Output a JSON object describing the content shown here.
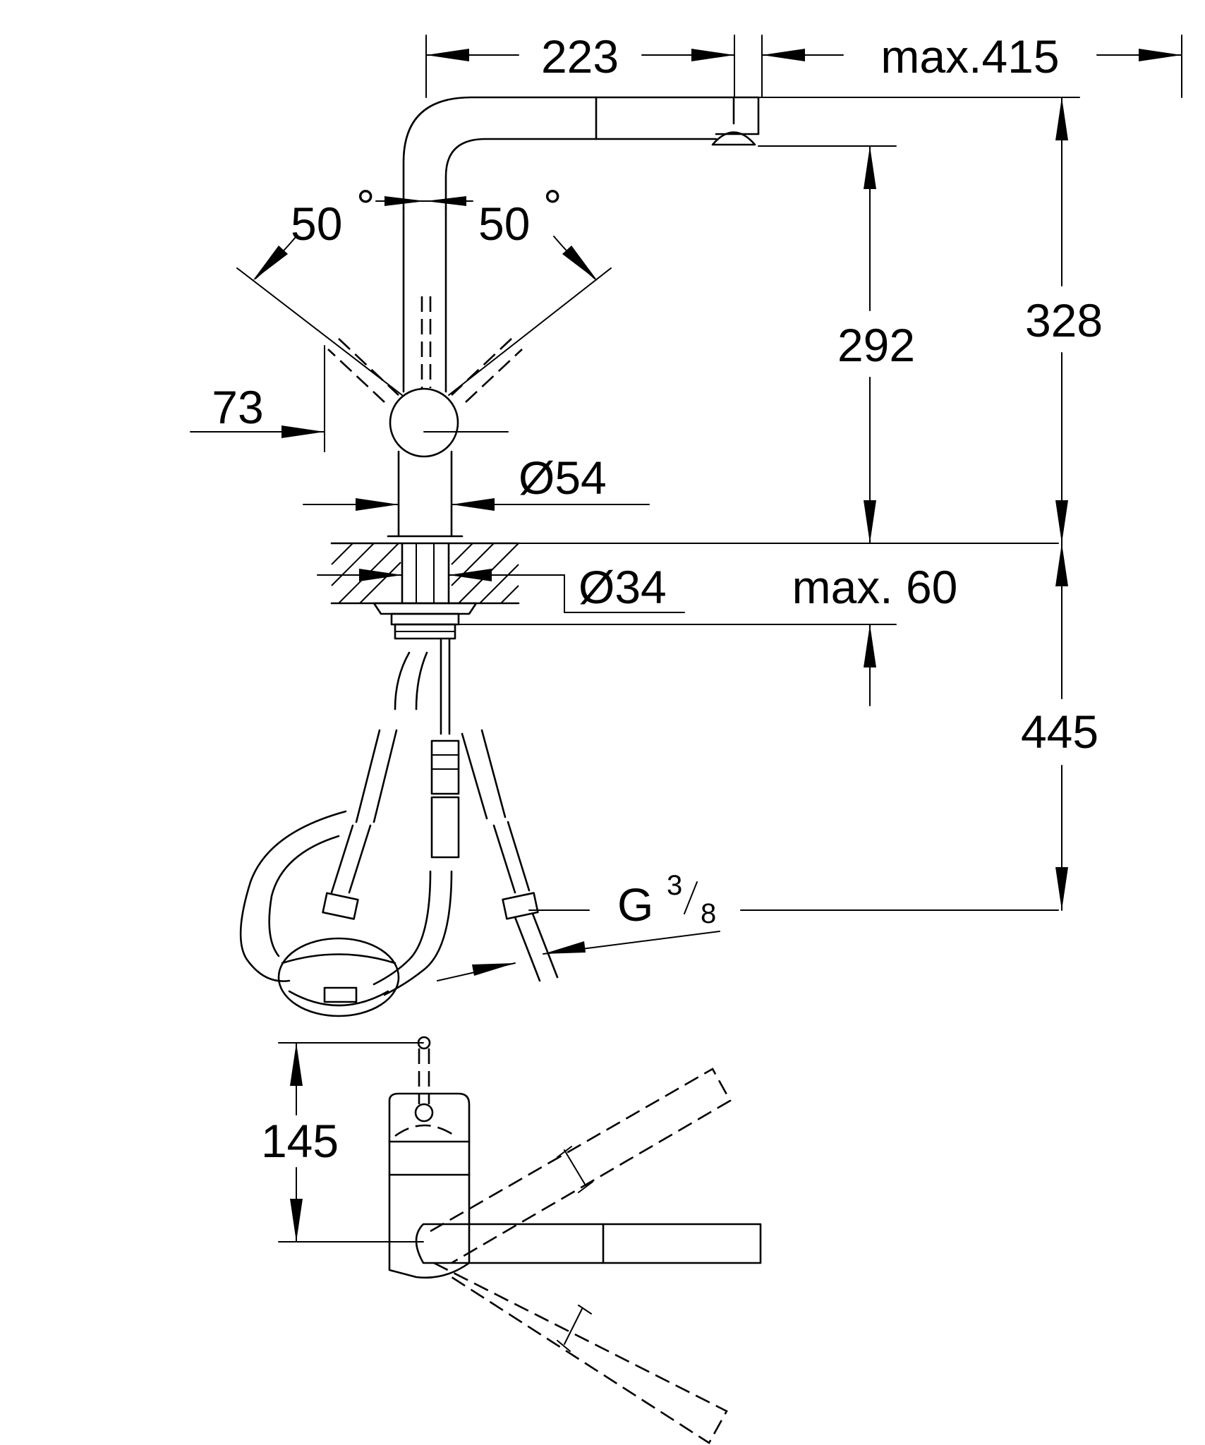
{
  "dimensions": {
    "reach": "223",
    "pullout": "max.415",
    "angle_left": "50",
    "angle_right": "50",
    "degree_sign": "°",
    "spout_height": "292",
    "total_height": "328",
    "lever_offset": "73",
    "body_diameter": "Ø54",
    "hole_diameter": "Ø34",
    "deck_thickness": "max. 60",
    "below_deck": "445",
    "connection_g": "G",
    "connection_num": "3",
    "connection_den": "8",
    "top_view_depth": "145"
  }
}
